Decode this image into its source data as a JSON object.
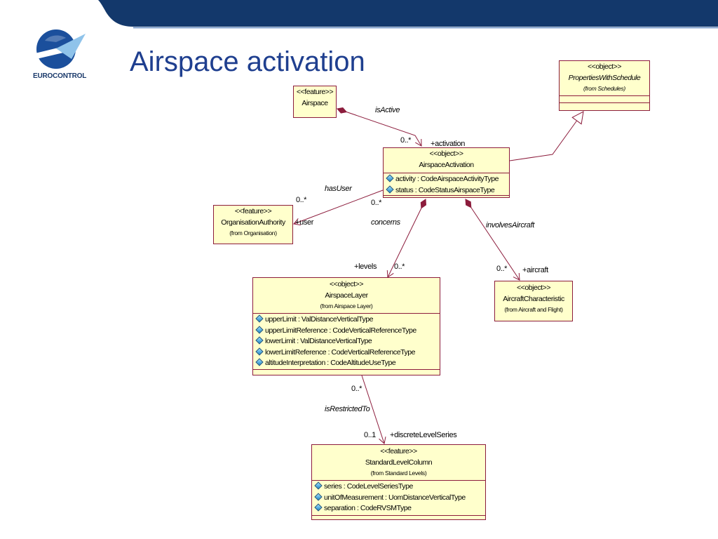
{
  "slide": {
    "title": "Airspace activation"
  },
  "logo": {
    "text": "EUROCONTROL",
    "icon": "eurocontrol-logo-icon"
  },
  "icons": {
    "attribute": "attribute-icon"
  },
  "colors": {
    "banner": "#13386b",
    "title": "#1f3f8f",
    "class_fill": "#ffffcc",
    "class_border": "#8c1c3c",
    "connector": "#8c1c3c",
    "attribute_icon": "#1f86c4"
  },
  "diagram": {
    "classes": {
      "airspace": {
        "stereotype": "<<feature>>",
        "name": "Airspace"
      },
      "properties_with_schedule": {
        "stereotype": "<<object>>",
        "name": "PropertiesWithSchedule",
        "package": "(from Schedules)"
      },
      "airspace_activation": {
        "stereotype": "<<object>>",
        "name": "AirspaceActivation",
        "attributes": [
          "activity : CodeAirspaceActivityType",
          "status : CodeStatusAirspaceType"
        ]
      },
      "organisation_authority": {
        "stereotype": "<<feature>>",
        "name": "OrganisationAuthority",
        "package": "(from Organisation)"
      },
      "airspace_layer": {
        "stereotype": "<<object>>",
        "name": "AirspaceLayer",
        "package": "(from Airspace Layer)",
        "attributes": [
          "upperLimit : ValDistanceVerticalType",
          "upperLimitReference : CodeVerticalReferenceType",
          "lowerLimit : ValDistanceVerticalType",
          "lowerLimitReference : CodeVerticalReferenceType",
          "altitudeInterpretation : CodeAltitudeUseType"
        ]
      },
      "aircraft_characteristic": {
        "stereotype": "<<object>>",
        "name": "AircraftCharacteristic",
        "package": "(from Aircraft and Flight)"
      },
      "standard_level_column": {
        "stereotype": "<<feature>>",
        "name": "StandardLevelColumn",
        "package": "(from Standard Levels)",
        "attributes": [
          "series : CodeLevelSeriesType",
          "unitOfMeasurement : UomDistanceVerticalType",
          "separation : CodeRVSMType"
        ]
      }
    },
    "associations": {
      "is_active": {
        "name": "isActive",
        "multiplicity": "0..*",
        "role": "+activation"
      },
      "has_user": {
        "name": "hasUser",
        "user_multiplicity": "0..*",
        "activation_multiplicity": "0..*",
        "role": "+user"
      },
      "concerns": {
        "name": "concerns",
        "multiplicity": "0..*",
        "role": "+levels"
      },
      "involves_aircraft": {
        "name": "involvesAircraft",
        "multiplicity": "0..*",
        "role": "+aircraft"
      },
      "is_restricted_to": {
        "name": "isRestrictedTo",
        "source_multiplicity": "0..*",
        "target_multiplicity": "0..1",
        "role": "+discreteLevelSeries"
      }
    }
  }
}
